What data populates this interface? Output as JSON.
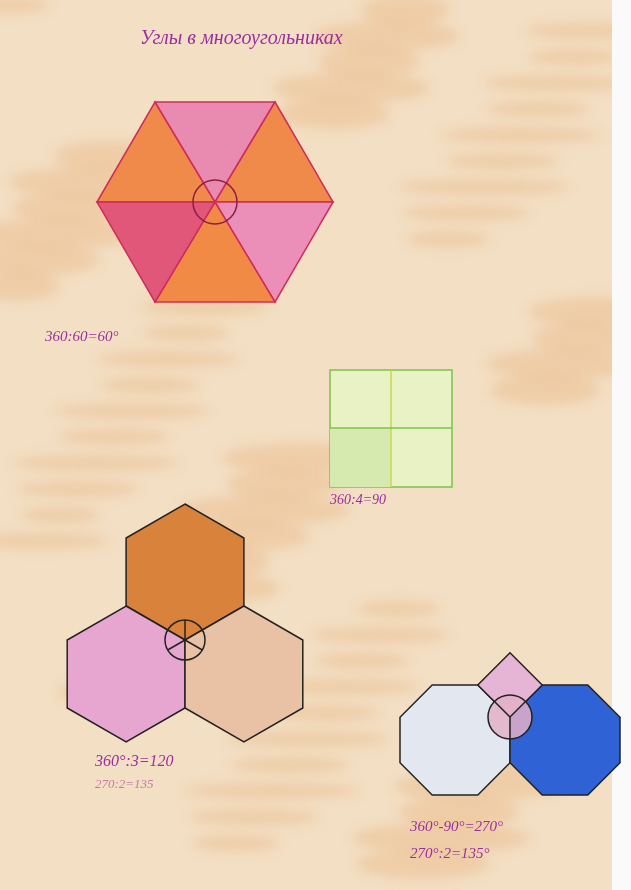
{
  "diagram": {
    "title": "Углы в многоугольниках",
    "labels": [
      "360:60=60°",
      "360:4=90",
      "360°:3=120",
      "270:2=135",
      "360°-90°=270°",
      "270°:2=135°"
    ]
  }
}
